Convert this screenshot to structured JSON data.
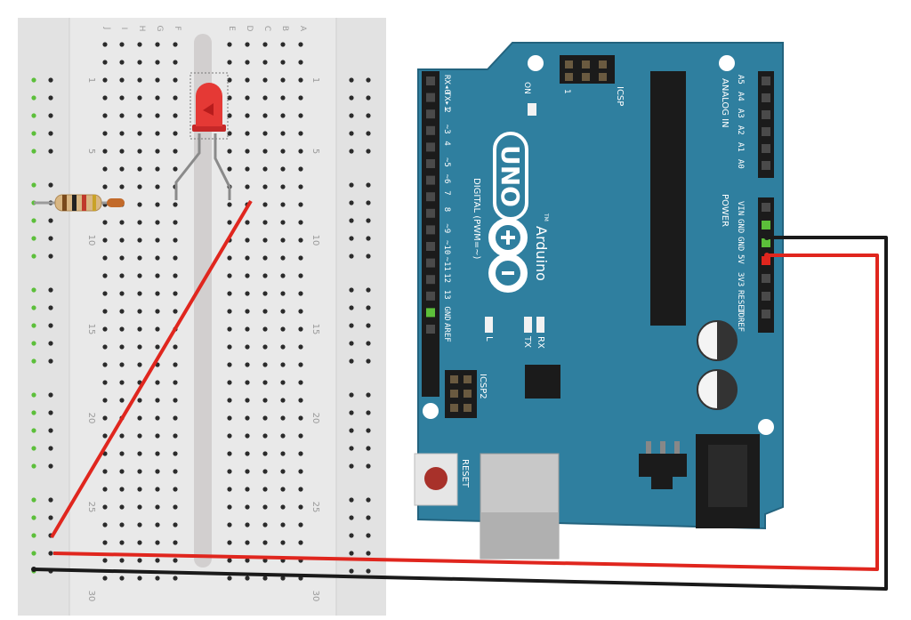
{
  "breadboard": {
    "column_letters": [
      "J",
      "I",
      "H",
      "G",
      "F",
      "E",
      "D",
      "C",
      "B",
      "A"
    ],
    "row_numbers": [
      "1",
      "5",
      "10",
      "15",
      "20",
      "25",
      "30"
    ]
  },
  "arduino": {
    "board_name": "UNO",
    "brand": "Arduino",
    "trademark": "TM",
    "digital_label": "DIGITAL (PWM=~)",
    "analog_label": "ANALOG IN",
    "power_label": "POWER",
    "icsp_label": "ICSP",
    "icsp2_label": "ICSP2",
    "on_label": "ON",
    "reset_label": "RESET",
    "icsp_pin1": "1",
    "led_labels": {
      "l": "L",
      "tx": "TX",
      "rx": "RX"
    },
    "digital_pins": [
      "RX◂0",
      "TX▸1",
      "2",
      "~3",
      "4",
      "~5",
      "~6",
      "7",
      "8",
      "~9",
      "~10",
      "~11",
      "12",
      "13",
      "GND",
      "AREF"
    ],
    "analog_pins": [
      "A5",
      "A4",
      "A3",
      "A2",
      "A1",
      "A0"
    ],
    "power_pins": [
      "VIN",
      "GND",
      "GND",
      "5V",
      "3V3",
      "RESET",
      "IOREF"
    ]
  },
  "colors": {
    "board": "#2f7f9f",
    "board_edge": "#23637e",
    "breadboard": "#e9e9e9",
    "wire_red": "#e0261e",
    "wire_black": "#1a1a1a",
    "led": "#e53935",
    "hole_connected": "#5cbf3a"
  }
}
